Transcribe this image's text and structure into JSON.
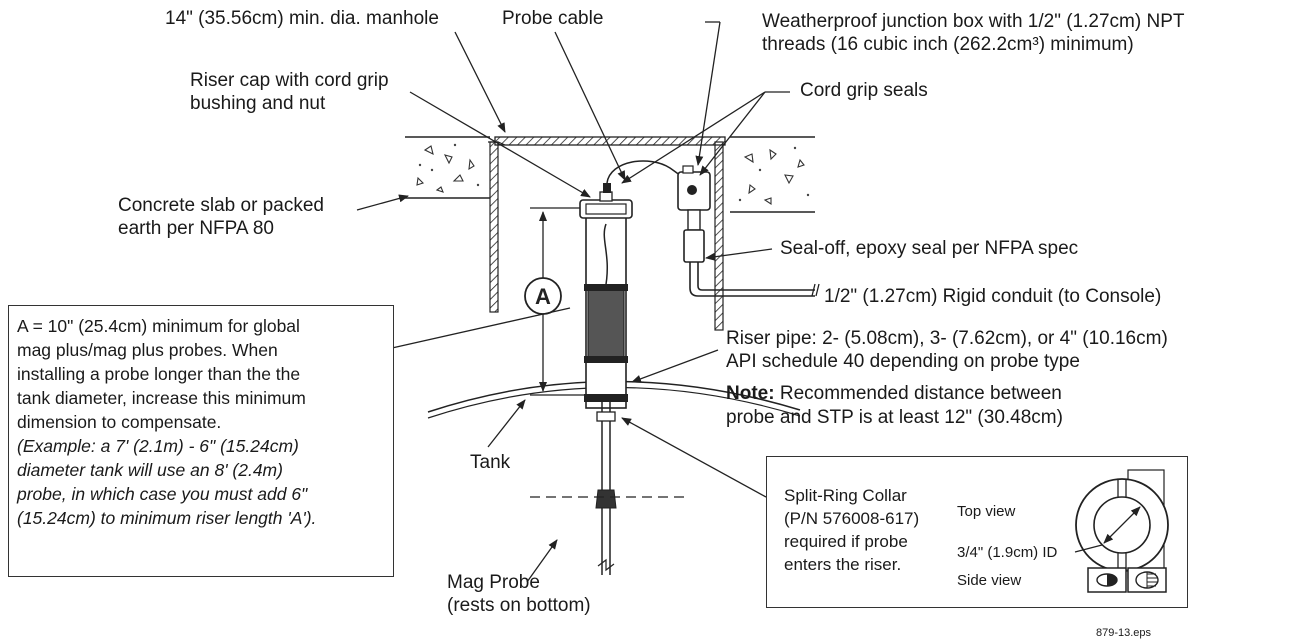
{
  "labels": {
    "manhole": "14\" (35.56cm) min. dia. manhole",
    "probe_cable": "Probe cable",
    "junction_box_1": "Weatherproof junction box with 1/2\" (1.27cm) NPT",
    "junction_box_2": "threads (16 cubic inch (262.2cm³) minimum)",
    "riser_cap_1": "Riser cap with cord grip",
    "riser_cap_2": "bushing and nut",
    "cord_grip": "Cord grip seals",
    "concrete_1": "Concrete slab or packed",
    "concrete_2": "earth per NFPA 80",
    "seal_off": "Seal-off, epoxy seal per NFPA spec",
    "conduit": "1/2\" (1.27cm) Rigid conduit (to Console)",
    "riser_pipe_1": "Riser pipe: 2- (5.08cm), 3- (7.62cm), or 4\" (10.16cm)",
    "riser_pipe_2": "API schedule 40 depending on probe type",
    "note_bold": "Note:",
    "note_1": "Recommended distance between",
    "note_2": "probe and STP is at least 12\" (30.48cm)",
    "tank": "Tank",
    "mag_probe_1": "Mag Probe",
    "mag_probe_2": "(rests on bottom)",
    "dim_a": "A",
    "figure_id": "879-13.eps"
  },
  "a_box": {
    "lines": [
      "A = 10\" (25.4cm) minimum for global",
      "mag plus/mag plus probes. When",
      "installing a probe longer than the the",
      "tank diameter, increase this minimum",
      "dimension to compensate."
    ],
    "italic_lines": [
      "(Example: a 7' (2.1m) - 6\" (15.24cm)",
      "diameter tank will use an 8' (2.4m)",
      "probe, in which case you must add 6\"",
      "(15.24cm) to minimum riser length 'A')."
    ]
  },
  "collar_box": {
    "lines": [
      "Split-Ring Collar",
      "(P/N 576008-617)",
      "required if probe",
      "enters the riser."
    ],
    "top_view": "Top view",
    "id_label": "3/4\" (1.9cm) ID",
    "side_view": "Side view"
  }
}
